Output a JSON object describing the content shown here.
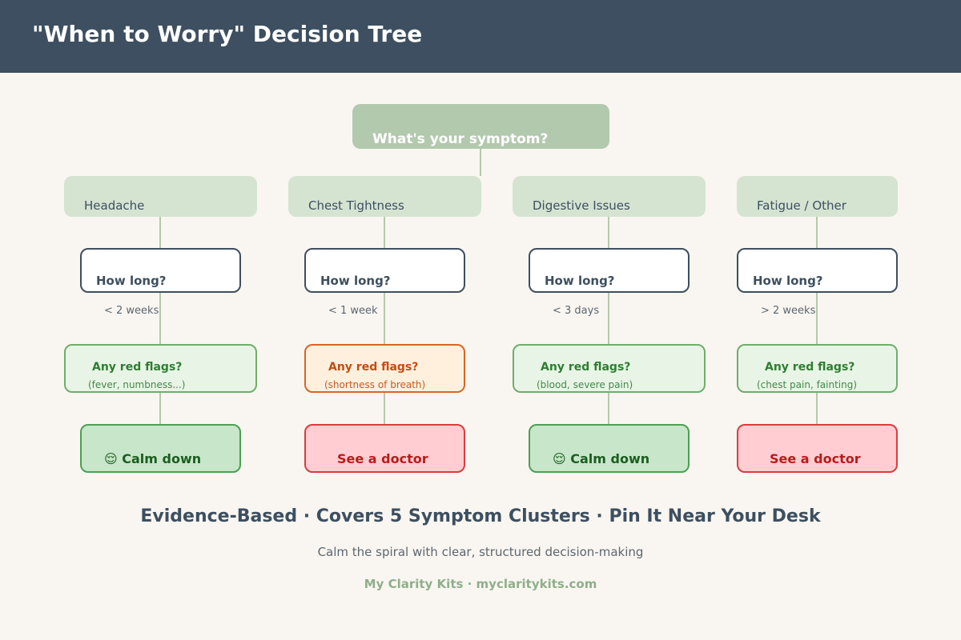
{
  "header": {
    "title": "\"When to Worry\" Decision Tree"
  },
  "colors": {
    "header_bg": "#3d4f60",
    "root_fill": "#b3c9ae",
    "category_fill": "#d5e4d1",
    "connector": "#b3c9ae",
    "calm_fill": "#c8e6c9",
    "doctor_fill": "#ffcdd2",
    "warning_fill": "#fff0de",
    "warning_border": "#dc6424"
  },
  "tree": {
    "root": {
      "label": "What's your symptom?"
    },
    "branches": [
      {
        "category": "Headache",
        "question": "How long?",
        "duration": "< 2 weeks",
        "flag_title": "Any red flags?",
        "flag_detail": "(fever, numbness...)",
        "flag_style": "green",
        "outcome_icon": "relieved-face-icon",
        "outcome_glyph": "😌",
        "outcome": "Calm down",
        "outcome_style": "calm"
      },
      {
        "category": "Chest Tightness",
        "question": "How long?",
        "duration": "< 1 week",
        "flag_title": "Any red flags?",
        "flag_detail": "(shortness of breath)",
        "flag_style": "orange",
        "outcome": "See a doctor",
        "outcome_style": "doctor"
      },
      {
        "category": "Digestive Issues",
        "question": "How long?",
        "duration": "< 3 days",
        "flag_title": "Any red flags?",
        "flag_detail": "(blood, severe pain)",
        "flag_style": "green",
        "outcome_icon": "relieved-face-icon",
        "outcome_glyph": "😌",
        "outcome": "Calm down",
        "outcome_style": "calm"
      },
      {
        "category": "Fatigue / Other",
        "question": "How long?",
        "duration": "> 2 weeks",
        "flag_title": "Any red flags?",
        "flag_detail": "(chest pain, fainting)",
        "flag_style": "green",
        "outcome": "See a doctor",
        "outcome_style": "doctor"
      }
    ]
  },
  "footer": {
    "tagline": "Evidence-Based · Covers 5 Symptom Clusters · Pin It Near Your Desk",
    "subline": "Calm the spiral with clear, structured decision-making",
    "brand": "My Clarity Kits  ·  myclaritykits.com"
  }
}
